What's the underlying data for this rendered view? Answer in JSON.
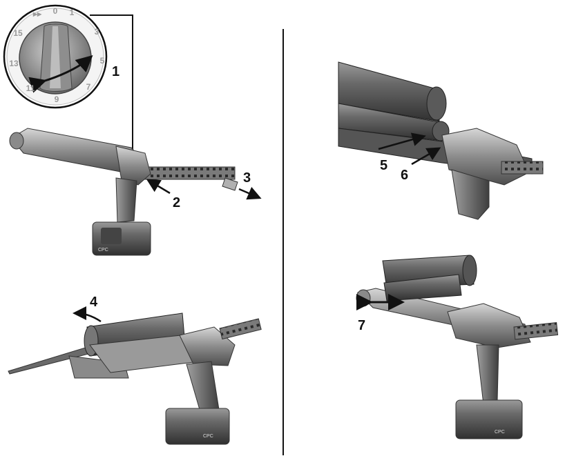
{
  "dial": {
    "labels": {
      "top_zero": "0",
      "one": "1",
      "three": "3",
      "five": "5",
      "seven": "7",
      "nine": "9",
      "eleven": "11",
      "thirteen": "13",
      "fifteen": "15",
      "fast_symbol": "▸▸"
    }
  },
  "steps": {
    "s1": "1",
    "s2": "2",
    "s3": "3",
    "s4": "4",
    "s5": "5",
    "s6": "6",
    "s7": "7"
  },
  "battery_badge": "CPC",
  "colors": {
    "ink": "#111111",
    "body_dark": "#5e5e5e",
    "body_mid": "#8a8a8a",
    "body_light": "#bdbdbd",
    "highlight": "#e2e2e2"
  }
}
